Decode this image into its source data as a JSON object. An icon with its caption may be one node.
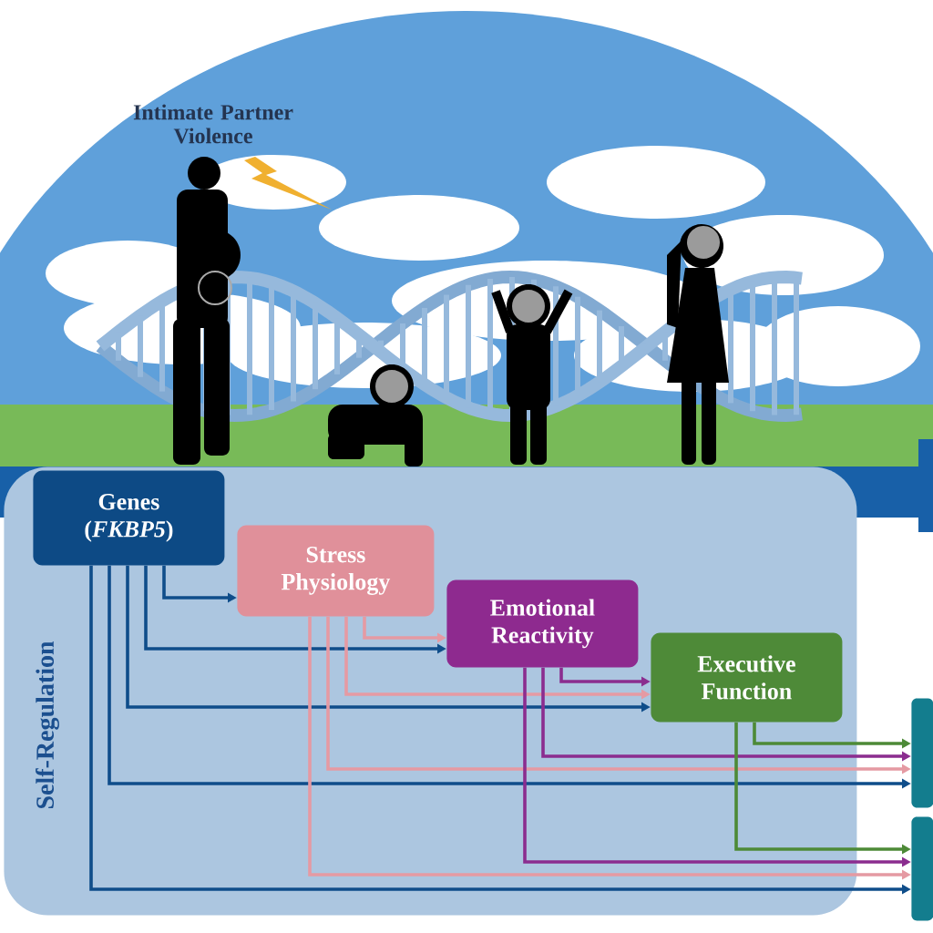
{
  "diagram": {
    "nodes": [
      {
        "text": [
          "Self-Regulation"
        ]
      },
      {
        "text": [
          "Genes",
          "(*FKBP5*)"
        ],
        "in": 0
      },
      {
        "text": [
          "Stress Physiology"
        ],
        "in": 0
      },
      {
        "text": [
          "Emotional Reactivity"
        ],
        "in": 0
      },
      {
        "text": [
          "Executive Function"
        ],
        "in": 0
      },
      {
        "text": [],
        "shape": "box"
      },
      {
        "text": [],
        "shape": "box"
      }
    ],
    "edges": [
      {
        "from": 1,
        "to": 2,
        "arrow": "to",
        "color": "#0f4d8a"
      },
      {
        "from": 1,
        "to": 3,
        "arrow": "to",
        "color": "#0f4d8a"
      },
      {
        "from": 1,
        "to": 4,
        "arrow": "to",
        "color": "#0f4d8a"
      },
      {
        "from": 1,
        "to": 5,
        "arrow": "to",
        "color": "#0f4d8a"
      },
      {
        "from": 1,
        "to": 6,
        "arrow": "to",
        "color": "#0f4d8a"
      },
      {
        "from": 2,
        "to": 3,
        "arrow": "to",
        "color": "#e59aa3"
      },
      {
        "from": 2,
        "to": 4,
        "arrow": "to",
        "color": "#e59aa3"
      },
      {
        "from": 2,
        "to": 5,
        "arrow": "to",
        "color": "#e59aa3"
      },
      {
        "from": 2,
        "to": 6,
        "arrow": "to",
        "color": "#e59aa3"
      },
      {
        "from": 3,
        "to": 4,
        "arrow": "to",
        "color": "#8b2d8f"
      },
      {
        "from": 3,
        "to": 5,
        "arrow": "to",
        "color": "#8b2d8f"
      },
      {
        "from": 3,
        "to": 6,
        "arrow": "to",
        "color": "#8b2d8f"
      },
      {
        "from": 4,
        "to": 5,
        "arrow": "to",
        "color": "#4d8a37"
      },
      {
        "from": 4,
        "to": 6,
        "arrow": "to",
        "color": "#4d8a37"
      }
    ],
    "labels": [
      "Intimate Partner Violence"
    ]
  }
}
